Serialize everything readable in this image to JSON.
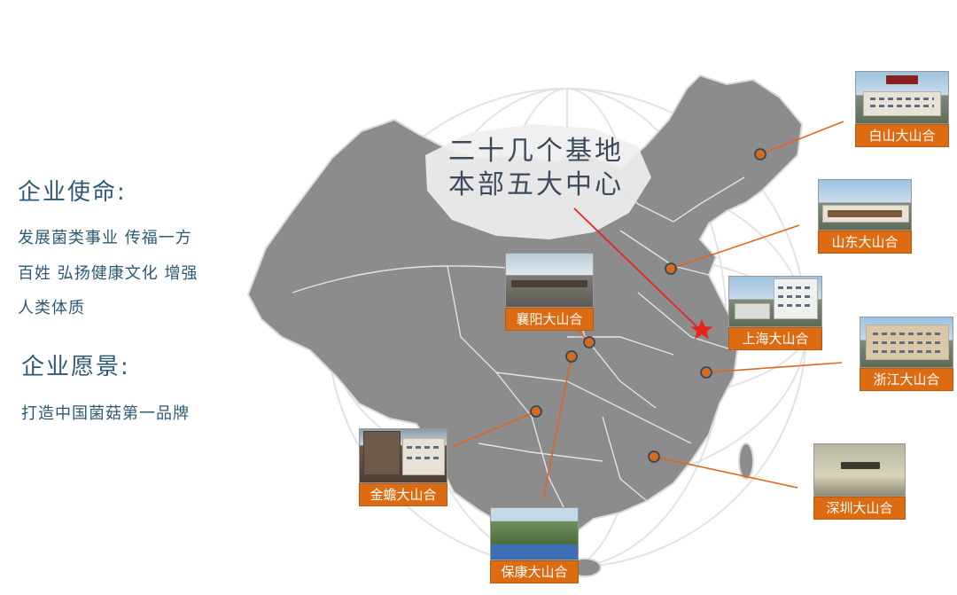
{
  "mission": {
    "heading": "企业使命:",
    "lines": [
      "发展菌类事业  传福一方",
      "百姓 弘扬健康文化 增强",
      "人类体质"
    ]
  },
  "vision": {
    "heading": "企业愿景:",
    "line": "打造中国菌菇第一品牌"
  },
  "center_title": {
    "line1": "二十几个基地",
    "line2": "本部五大中心"
  },
  "sites": [
    {
      "label": "白山大山合"
    },
    {
      "label": "山东大山合"
    },
    {
      "label": "上海大山合"
    },
    {
      "label": "浙江大山合"
    },
    {
      "label": "深圳大山合"
    },
    {
      "label": "襄阳大山合"
    },
    {
      "label": "金蟾大山合"
    },
    {
      "label": "保康大山合"
    }
  ],
  "colors": {
    "map_fill": "#8c8c8c",
    "map_border": "#d9d9d9",
    "marker": "#d96a1a",
    "label_bg": "#dc6b12",
    "text": "#2c5a75",
    "star": "#e8241c",
    "leader_line": "#e0661a",
    "headquarters_line": "#e8241c"
  },
  "icons": {
    "headquarters": "star-icon",
    "base": "location-dot-icon"
  }
}
